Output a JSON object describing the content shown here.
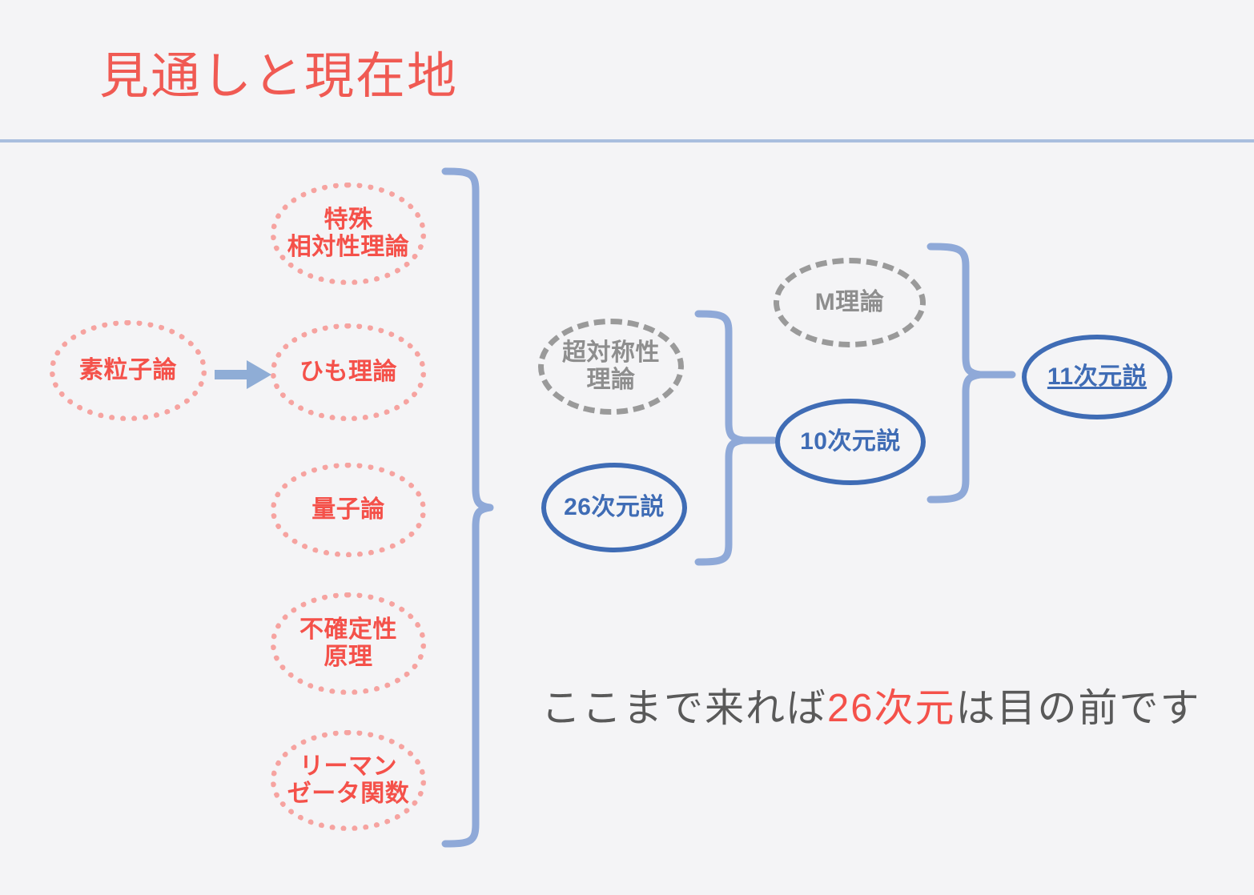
{
  "header": {
    "title": "見通しと現在地",
    "rule_color": "#a9bede",
    "title_color": "#f05a53"
  },
  "colors": {
    "background": "#f4f4f6",
    "red_text": "#f4514a",
    "red_border": "#f6a3a0",
    "gray_text": "#8e8e8e",
    "gray_border": "#9a9a9a",
    "blue": "#3f6cb5",
    "brace_blue": "#8fa9d8",
    "arrow_blue": "#8fadd6",
    "caption_text": "#595959"
  },
  "diagram": {
    "column_left": {
      "source_node": {
        "label": "素粒子論",
        "style": "red-dotted"
      },
      "items": [
        {
          "label_line1": "特殊",
          "label_line2": "相対性理論",
          "style": "red-dotted"
        },
        {
          "label_line1": "ひも理論",
          "label_line2": "",
          "style": "red-dotted"
        },
        {
          "label_line1": "量子論",
          "label_line2": "",
          "style": "red-dotted"
        },
        {
          "label_line1": "不確定性",
          "label_line2": "原理",
          "style": "red-dotted"
        },
        {
          "label_line1": "リーマン",
          "label_line2": "ゼータ関数",
          "style": "red-dotted"
        }
      ]
    },
    "column_mid": {
      "items": [
        {
          "label_line1": "超対称性",
          "label_line2": "理論",
          "style": "gray-dashed"
        },
        {
          "label_line1": "26次元説",
          "label_line2": "",
          "style": "blue-solid"
        }
      ]
    },
    "column_right": {
      "items": [
        {
          "label_line1": "M理論",
          "label_line2": "",
          "style": "gray-dashed"
        },
        {
          "label_line1": "10次元説",
          "label_line2": "",
          "style": "blue-solid"
        }
      ]
    },
    "column_final": {
      "items": [
        {
          "label_line1": "11次元説",
          "label_line2": "",
          "style": "blue-solid-underline"
        }
      ]
    },
    "arrow": {
      "direction": "right",
      "from": "素粒子論",
      "to": "ひも理論"
    },
    "braces": [
      {
        "name": "brace-left",
        "groups": "特殊相対性理論 / ひも理論 / 量子論 / 不確定性原理 / リーマンゼータ関数",
        "points_to": "26次元説"
      },
      {
        "name": "brace-mid",
        "groups": "超対称性理論 / 26次元説",
        "points_to": "10次元説"
      },
      {
        "name": "brace-right",
        "groups": "M理論 / 10次元説",
        "points_to": "11次元説"
      }
    ]
  },
  "caption": {
    "prefix": "ここまで来れば",
    "highlight": "26次元",
    "suffix": "は目の前です"
  }
}
